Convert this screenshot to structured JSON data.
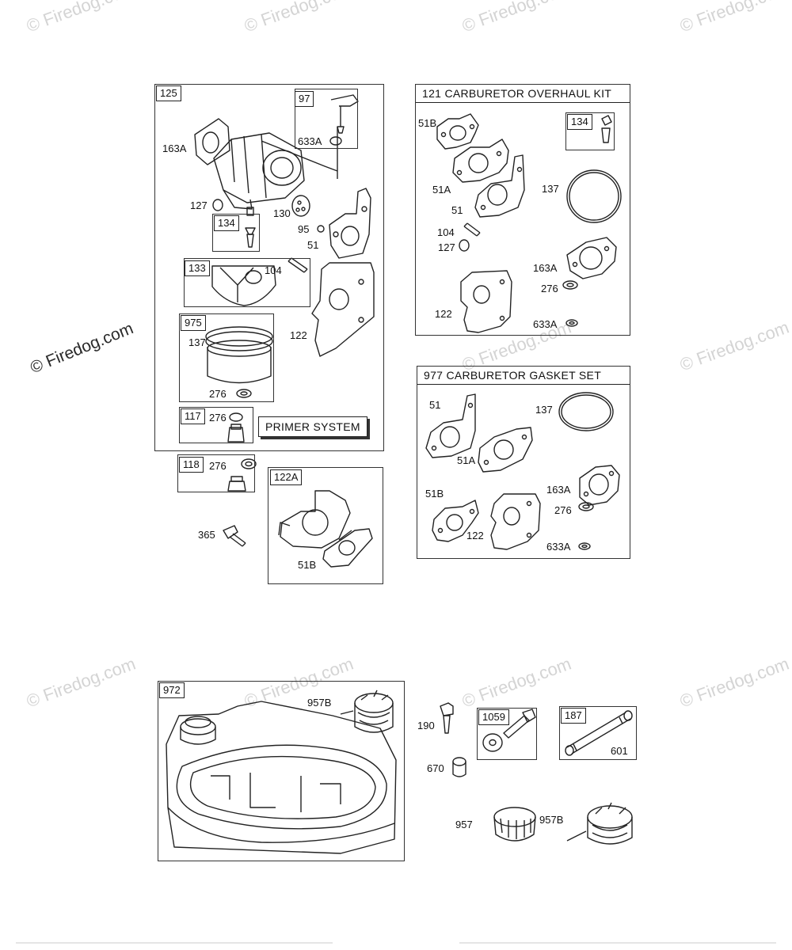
{
  "watermark": "© Firedog.com",
  "group_125": {
    "tag": "125",
    "labels": [
      "163A",
      "127",
      "130",
      "95",
      "51",
      "104",
      "122",
      "137",
      "276"
    ],
    "sub_97": {
      "tag": "97",
      "label": "633A"
    },
    "sub_134": {
      "tag": "134"
    },
    "sub_133": {
      "tag": "133"
    },
    "sub_975": {
      "tag": "975"
    },
    "sub_117": {
      "tag": "117",
      "label": "276"
    },
    "primer": "PRIMER SYSTEM"
  },
  "group_118": {
    "tag": "118",
    "label": "276"
  },
  "part_365": "365",
  "group_122A": {
    "tag": "122A",
    "label": "51B"
  },
  "kit_121": {
    "title": "121 CARBURETOR OVERHAUL KIT",
    "sub_134": "134",
    "labels": [
      "51B",
      "51A",
      "51",
      "137",
      "104",
      "127",
      "163A",
      "276",
      "122",
      "633A"
    ]
  },
  "kit_977": {
    "title": "977 CARBURETOR GASKET SET",
    "labels": [
      "51",
      "137",
      "51A",
      "51B",
      "163A",
      "276",
      "122",
      "633A"
    ]
  },
  "group_972": {
    "tag": "972",
    "label": "957B"
  },
  "part_190": "190",
  "part_670": "670",
  "group_1059": {
    "tag": "1059"
  },
  "group_187": {
    "tag": "187",
    "label": "601"
  },
  "part_957": "957",
  "part_957B": "957B"
}
